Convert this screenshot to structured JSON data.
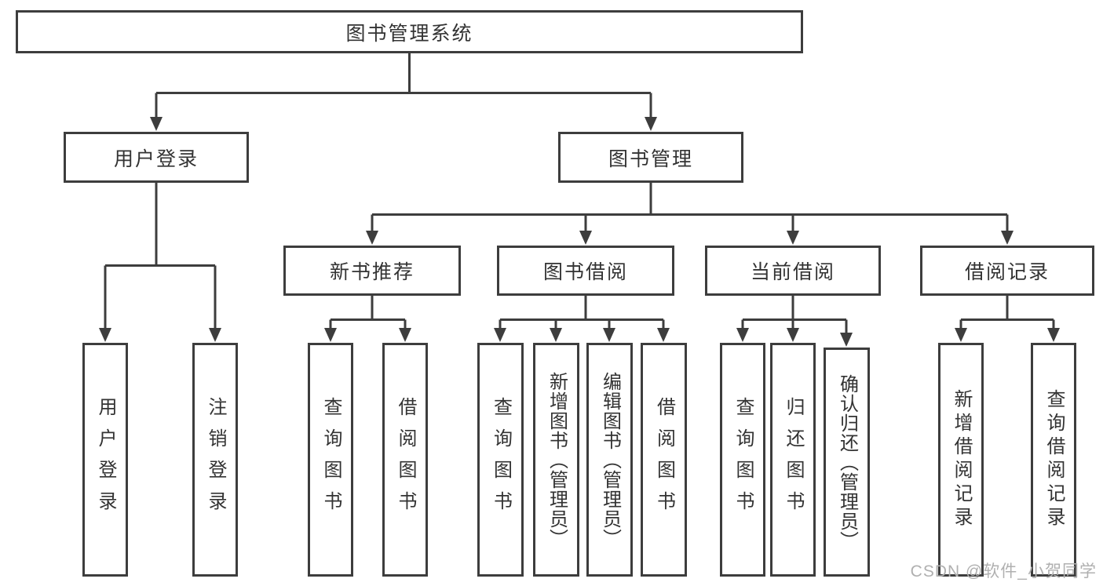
{
  "tree": {
    "root": {
      "label": "图书管理系统"
    },
    "level2": {
      "userLogin": {
        "label": "用户登录"
      },
      "bookMgmt": {
        "label": "图书管理"
      }
    },
    "level3": {
      "newBookRec": {
        "label": "新书推荐"
      },
      "bookBorrow": {
        "label": "图书借阅"
      },
      "currentBorrow": {
        "label": "当前借阅"
      },
      "borrowRecord": {
        "label": "借阅记录"
      }
    },
    "leaves": {
      "login": {
        "label": "用户登录"
      },
      "logout": {
        "label": "注销登录"
      },
      "recQuery": {
        "label": "查询图书"
      },
      "recBorrow": {
        "label": "借阅图书"
      },
      "bbQuery": {
        "label": "查询图书"
      },
      "bbAdd": {
        "label": "新增图书（管理员）"
      },
      "bbEdit": {
        "label": "编辑图书（管理员）"
      },
      "bbBorrow": {
        "label": "借阅图书"
      },
      "cbQuery": {
        "label": "查询图书"
      },
      "cbReturn": {
        "label": "归还图书"
      },
      "cbConfirm": {
        "label": "确认归还（管理员）"
      },
      "brAdd": {
        "label": "新增借阅记录"
      },
      "brQuery": {
        "label": "查询借阅记录"
      }
    }
  },
  "watermark": {
    "text": "CSDN @软件_小贺同学"
  },
  "colors": {
    "line": "#3d3d3d",
    "text": "#333333",
    "node_background": "#ffffff",
    "page_background": "#ffffff",
    "watermark": "#b0b0b0"
  }
}
